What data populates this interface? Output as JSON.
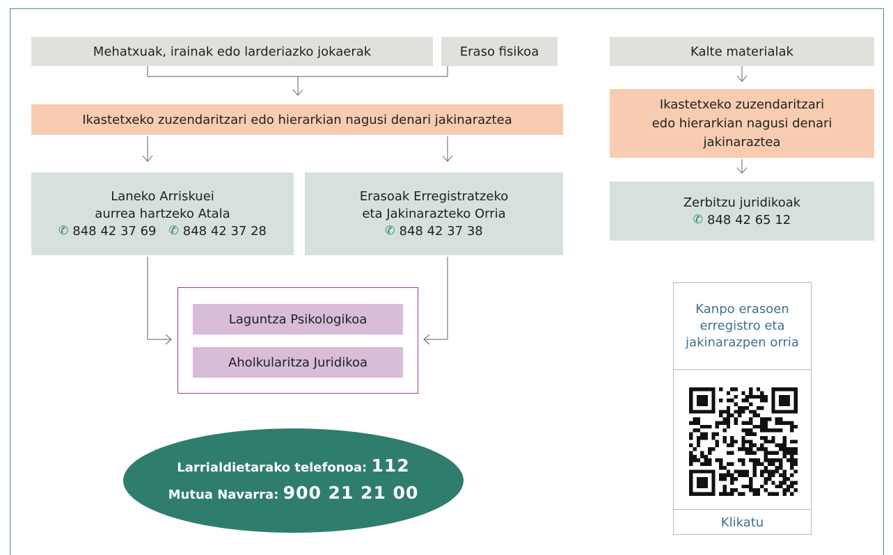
{
  "incidents": {
    "threats": "Mehatxuak, irainak edo larderiazko jokaerak",
    "physical": "Eraso fisikoa",
    "material": "Kalte materialak"
  },
  "notify": {
    "main": "Ikastetxeko zuzendaritzari edo hierarkian nagusi denari jakinaraztea",
    "right_line1": "Ikastetxeko zuzendaritzari",
    "right_line2": "edo hierarkian nagusi denari",
    "right_line3": "jakinaraztea"
  },
  "prevention": {
    "line1": "Laneko Arriskuei",
    "line2": "aurrea hartzeko Atala",
    "phone1": "848 42 37 69",
    "phone2": "848 42 37 28"
  },
  "registry": {
    "line1": "Erasoak Erregistratzeko",
    "line2": "eta Jakinarazteko Orria",
    "phone": "848 42 37 38"
  },
  "legal": {
    "line1": "Zerbitzu juridikoak",
    "phone": "848 42 65 12"
  },
  "support": {
    "psych": "Laguntza Psikologikoa",
    "legal_advice": "Aholkularitza Juridikoa"
  },
  "emergency": {
    "label1": "Larrialdietarako telefonoa:",
    "number1": "112",
    "label2": "Mutua Navarra:",
    "number2": "900 21 21 00"
  },
  "qr": {
    "title": "Kanpo erasoen erregistro eta jakinarazpen orria",
    "link": "Klikatu"
  },
  "icons": {
    "phone": "phone-icon",
    "arrow": "arrow-down-icon"
  },
  "colors": {
    "grey_box": "#e2e0db",
    "peach_box": "#f7ccb1",
    "teal_box": "#d6e1dd",
    "lilac_box": "#d8bcd8",
    "oval": "#2f7d6d",
    "frame": "#4d8d95",
    "support_frame": "#9a3d8f",
    "link": "#3e6f96"
  }
}
